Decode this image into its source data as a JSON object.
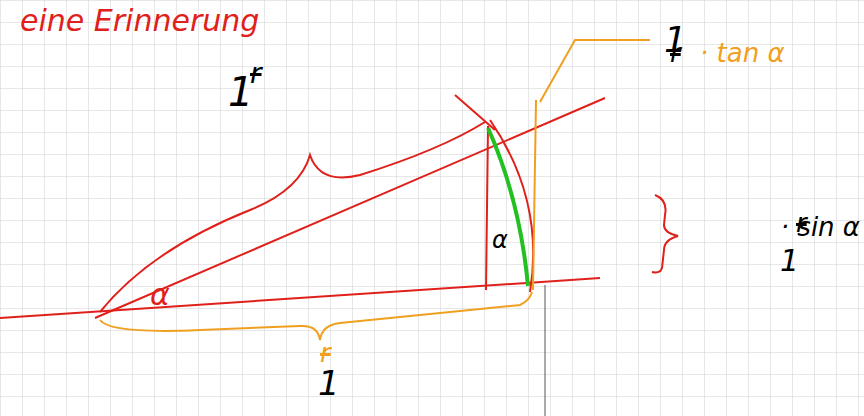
{
  "diagram": {
    "labels": [
      "eine Erinnerung",
      "r",
      "1",
      "r",
      "· tan α",
      "1",
      "r",
      "· sin α",
      "1",
      "r",
      "1",
      "α",
      "α"
    ]
  }
}
